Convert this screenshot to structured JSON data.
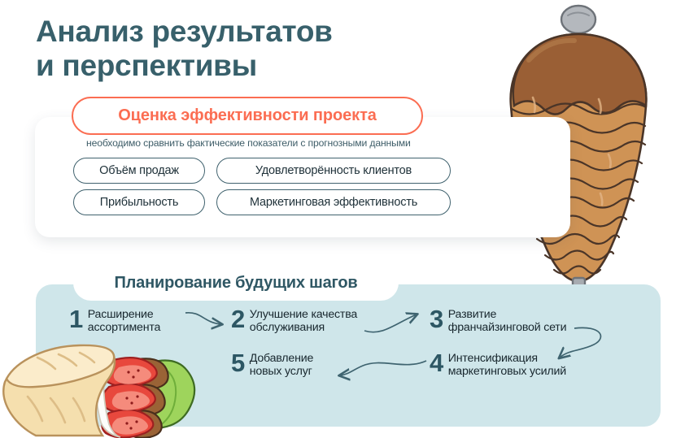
{
  "page": {
    "title": "Анализ результатов\nи перспективы"
  },
  "evaluation": {
    "badge_label": "Оценка эффективности проекта",
    "subtitle": "необходимо сравнить фактические показатели с прогнозными данными",
    "metrics": [
      {
        "label": "Объём продаж"
      },
      {
        "label": "Удовлетворённость клиентов"
      },
      {
        "label": "Прибыльность"
      },
      {
        "label": "Маркетинговая эффективность"
      }
    ]
  },
  "planning": {
    "badge_label": "Планирование будущих шагов",
    "steps": [
      {
        "number": "1",
        "label": "Расширение\nассортимента"
      },
      {
        "number": "2",
        "label": "Улучшение качества\nобслуживания"
      },
      {
        "number": "3",
        "label": "Развитие\nфранчайзинговой сети"
      },
      {
        "number": "4",
        "label": "Интенсификация\nмаркетинговых усилий"
      },
      {
        "number": "5",
        "label": "Добавление\nновых услуг"
      }
    ]
  },
  "illustrations": {
    "doner_spit_name": "doner-kebab-spit-illustration",
    "shawarma_name": "shawarma-wrap-illustration"
  },
  "colors": {
    "title": "#38606b",
    "accent_coral": "#fb6d52",
    "panel_teal": "#cfe6ea",
    "pill_border": "#40626e",
    "step_number": "#2d5764",
    "arrow": "#3f6470",
    "background": "#ffffff"
  }
}
